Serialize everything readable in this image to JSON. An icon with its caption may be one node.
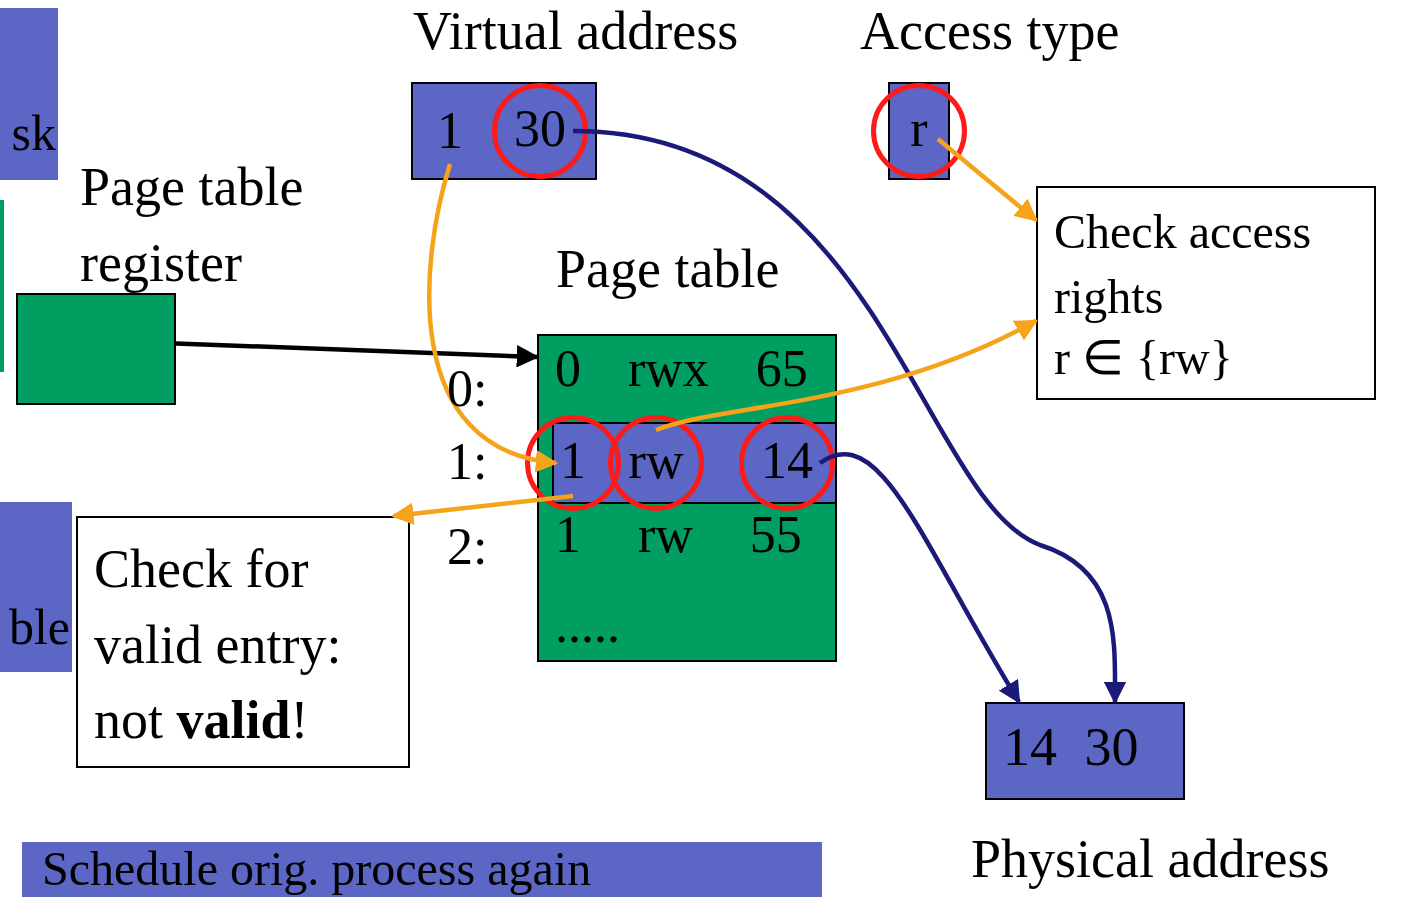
{
  "diagram": {
    "nodes": [
      {
        "text": [
          "sk"
        ]
      },
      {
        "text": [],
        "shape": "bar"
      },
      {
        "text": [
          "Virtual address"
        ]
      },
      {
        "text": [
          "1"
        ],
        "in": 2
      },
      {
        "text": [
          "30"
        ],
        "in": 2
      },
      {
        "text": [
          "Access type"
        ]
      },
      {
        "text": [
          "r"
        ],
        "in": 5
      },
      {
        "text": [
          "Page table register"
        ]
      },
      {
        "text": [
          "Page table",
          "0 rwx 65",
          "1 rw 55",
          "....."
        ]
      },
      {
        "text": [],
        "shape": "bar",
        "in": 8
      },
      {
        "text": [
          "1"
        ],
        "in": 9
      },
      {
        "text": [
          "rw"
        ],
        "in": 9
      },
      {
        "text": [
          "14"
        ],
        "in": 9
      },
      {
        "text": [
          "Check access rights",
          "r ∈ {rw}"
        ]
      },
      {
        "text": [
          "ble"
        ]
      },
      {
        "text": [
          "Check for valid entry: not **valid**!"
        ]
      },
      {
        "text": [
          "14 30",
          "Physical address"
        ]
      },
      {
        "text": [
          "Schedule orig. process again"
        ]
      }
    ],
    "edges": [
      {
        "from": 7,
        "to": 8,
        "arrow": "to",
        "color": "#000000"
      },
      {
        "from": 3,
        "to": 10,
        "arrow": "to"
      },
      {
        "from": 4,
        "to": 16,
        "arrow": "to",
        "color": "#1c1a78"
      },
      {
        "from": 6,
        "to": 13,
        "arrow": "to"
      },
      {
        "from": 11,
        "to": 13,
        "arrow": "to"
      },
      {
        "from": 10,
        "to": 15,
        "arrow": "to"
      },
      {
        "from": 12,
        "to": 16,
        "arrow": "to",
        "color": "#1c1a78"
      }
    ],
    "labels": [
      "0:",
      "1:",
      "2:"
    ]
  }
}
